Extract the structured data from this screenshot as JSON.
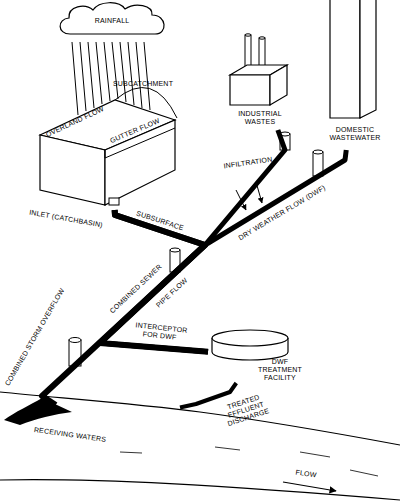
{
  "diagram": {
    "nodes": [
      {
        "text": [
          "RAINFALL"
        ]
      },
      {
        "text": [
          "SUBCATCHMENT",
          "OVERLAND FLOW",
          "GUTTER FLOW"
        ]
      },
      {
        "text": [
          "INDUSTRIAL WASTES"
        ]
      },
      {
        "text": [
          "DOMESTIC WASTEWATER"
        ]
      },
      {
        "text": [
          "DWF TREATMENT FACILITY"
        ]
      },
      {
        "text": [
          "RECEIVING WATERS"
        ]
      }
    ],
    "edges": [
      {
        "from": 1,
        "to": 4,
        "arrow": "none"
      },
      {
        "from": 1,
        "to": 5,
        "arrow": "none"
      },
      {
        "from": 2,
        "to": 4,
        "arrow": "none"
      },
      {
        "from": 3,
        "to": 4,
        "arrow": "none"
      },
      {
        "from": 4,
        "to": 5,
        "label": "TREATED EFFLUENT DISCHARGE",
        "arrow": "none"
      }
    ],
    "labels": [
      "INLET (CATCHBASIN)",
      "SUBSURFACE",
      "INFILTRATION",
      "DRY WEATHER FLOW (DWF)",
      "COMBINED SEWER",
      "PIPE FLOW",
      "COMBINED STORM OVERFLOW",
      "INTERCEPTOR FOR DWF",
      "FLOW"
    ]
  }
}
